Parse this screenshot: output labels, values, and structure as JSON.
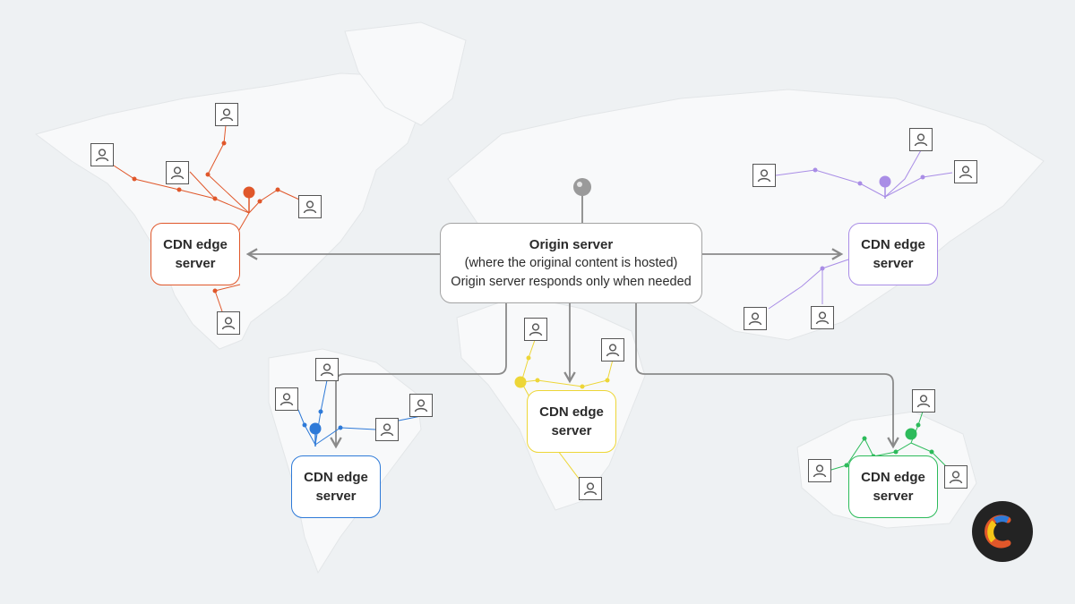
{
  "origin": {
    "title": "Origin server",
    "line1": "(where the original content is hosted)",
    "line2": "Origin server responds only when needed"
  },
  "edges": {
    "north_america": "CDN edge server",
    "asia": "CDN edge server",
    "south_america": "CDN edge server",
    "africa": "CDN edge server",
    "australia": "CDN edge server"
  },
  "icons": {
    "user": "user-icon",
    "pin": "map-pin-icon",
    "logo": "brand-logo"
  },
  "colors": {
    "north_america": "#e0572a",
    "asia": "#a98de6",
    "south_america": "#2e7ad8",
    "africa": "#edd637",
    "australia": "#2dbb5b",
    "origin": "#999999",
    "background": "#eef1f3"
  }
}
